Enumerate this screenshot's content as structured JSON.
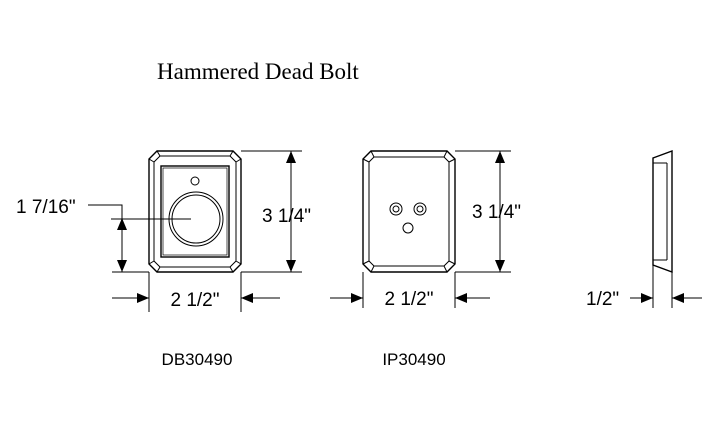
{
  "title": "Hammered Dead Bolt",
  "parts": [
    {
      "model": "DB30490",
      "height": "3 1/4\"",
      "width": "2 1/2\"",
      "center_height": "1 7/16\""
    },
    {
      "model": "IP30490",
      "height": "3 1/4\"",
      "width": "2 1/2\""
    },
    {
      "view": "side",
      "depth": "1/2\""
    }
  ]
}
